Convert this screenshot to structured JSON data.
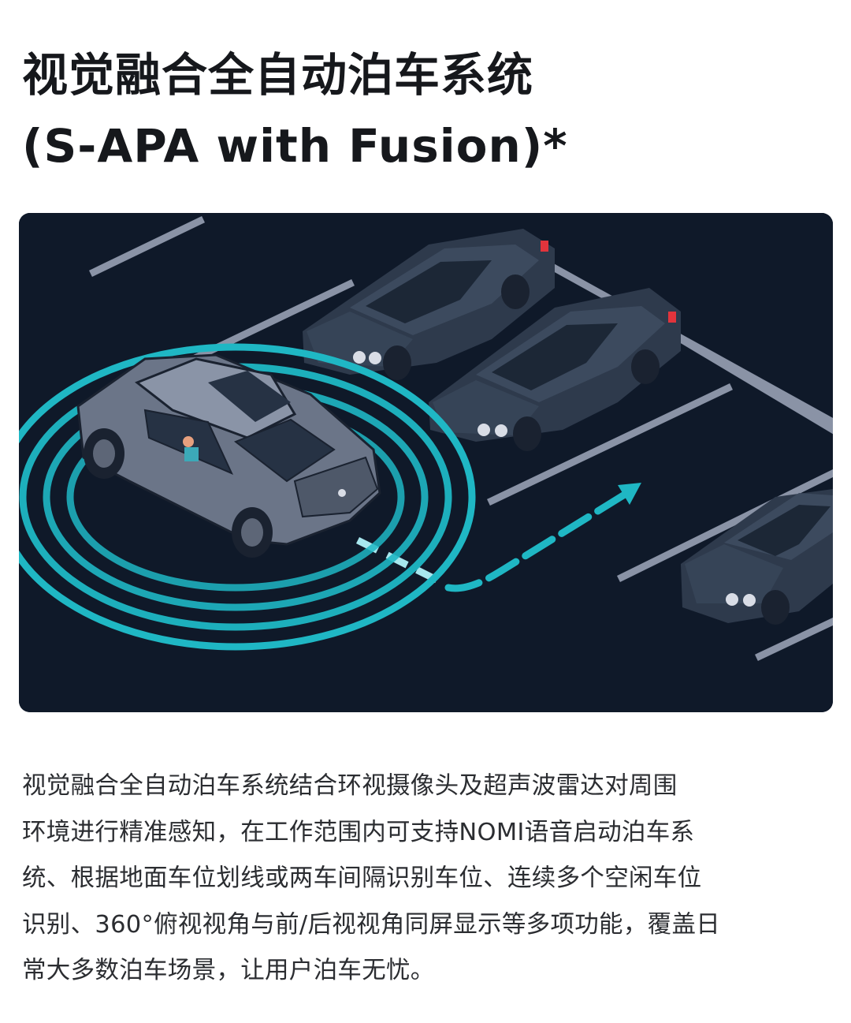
{
  "title": {
    "line1": "视觉融合全自动泊车系统",
    "line2": "(S-APA with Fusion)*"
  },
  "description": {
    "lines": [
      "视觉融合全自动泊车系统结合环视摄像头及超声波雷达对周围",
      "环境进行精准感知，在工作范围内可支持NOMI语音启动泊车系",
      "统、根据地面车位划线或两车间隔识别车位、连续多个空闲车位",
      "识别、360°俯视视角与前/后视视角同屏显示等多项功能，覆盖日",
      "常大多数泊车场景，让用户泊车无忧。"
    ]
  },
  "colors": {
    "background": "#0f1929",
    "ring": "#1fb7c4",
    "path": "#1fb7c4",
    "lot_line": "#8a93a6",
    "ego_car": "#6b7588",
    "parked_car": "#3a4658"
  }
}
